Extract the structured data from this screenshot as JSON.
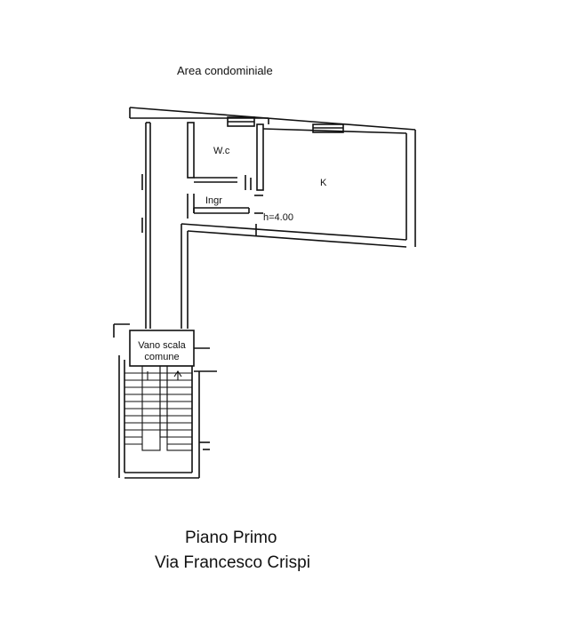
{
  "labels": {
    "area": "Area condominiale",
    "wc": "W.c",
    "kitchen": "K",
    "entrance": "Ingr",
    "ceiling_height": "h=4.00",
    "stairwell": "Vano scala comune"
  },
  "caption": {
    "floor": "Piano Primo",
    "street": "Via Francesco Crispi"
  },
  "colors": {
    "ink": "#111111",
    "paper": "#ffffff"
  }
}
